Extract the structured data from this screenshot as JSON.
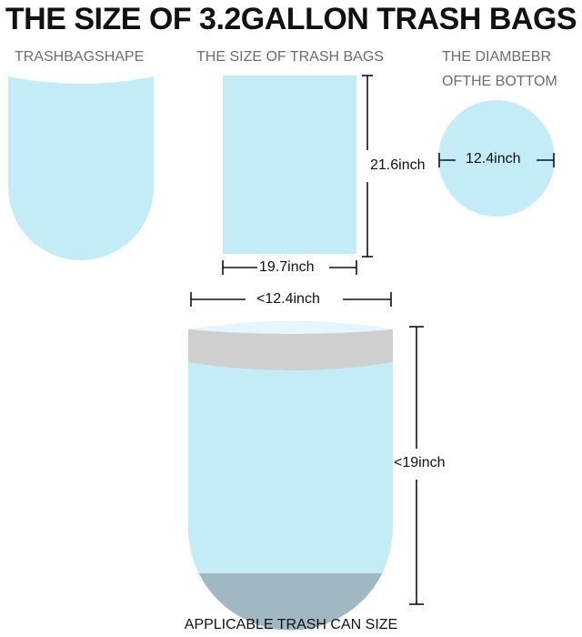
{
  "title": "THE SIZE OF 3.2GALLON TRASH BAGS",
  "labels": {
    "bag_shape": "TRASHBAGSHAPE",
    "bag_size": "THE SIZE OF TRASH BAGS",
    "bottom_diameter_line1": "THE DIAMBEBR",
    "bottom_diameter_line2": "OFTHE BOTTOM",
    "can_size": "APPLICABLE TRASH CAN SIZE"
  },
  "dimensions": {
    "bag_height": "21.6inch",
    "bag_width": "19.7inch",
    "bottom_diameter": "12.4inch",
    "can_width": "<12.4inch",
    "can_height": "<19inch"
  },
  "colors": {
    "bag_fill": "#c4ecf6",
    "can_rim": "#cfcfcf",
    "can_bottom": "#9fb8c2",
    "line": "#111111",
    "label_gray": "#6d6d6d"
  }
}
